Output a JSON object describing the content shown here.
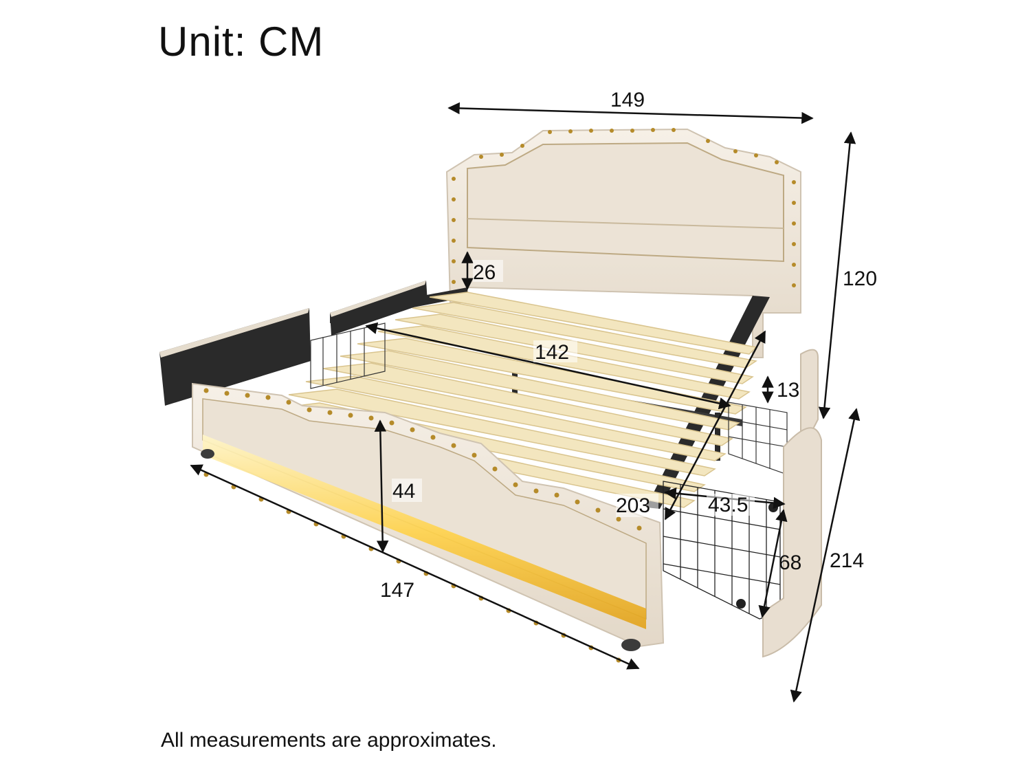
{
  "header": {
    "unit_label": "Unit: CM"
  },
  "footer": {
    "note": "All measurements are approximates."
  },
  "colors": {
    "upholstery": "#efe7dc",
    "upholstery_shade": "#dcd1c2",
    "slat": "#f3e6bf",
    "slat_edge": "#d9c48e",
    "stud": "#b58b2a",
    "led_glow": "#ffd24a",
    "frame": "#2a2a2a",
    "dimension_line": "#111111"
  },
  "dimensions": {
    "headboard_width": "149",
    "total_height": "120",
    "headboard_clearance": "26",
    "inner_length": "142",
    "leg_clearance": "13",
    "footboard_height": "44",
    "inner_width": "203",
    "drawer_depth": "43.5",
    "drawer_length": "68",
    "total_length": "214",
    "total_width": "147"
  }
}
